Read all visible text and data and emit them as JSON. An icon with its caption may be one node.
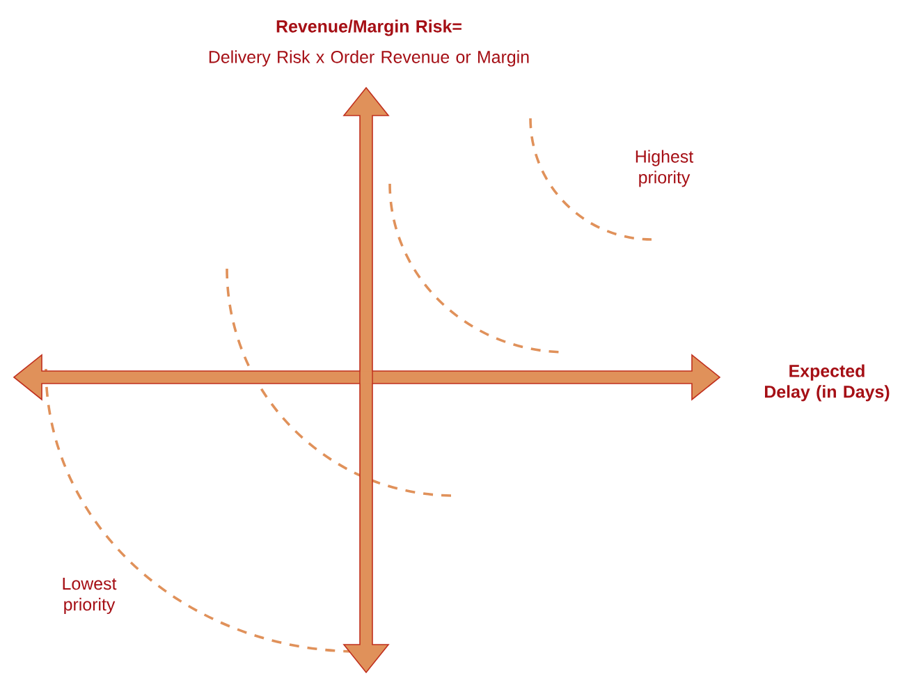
{
  "diagram": {
    "labels": [
      "Revenue/Margin Risk=",
      "Delivery Risk x Order Revenue or Margin",
      "Highest priority",
      "Expected Delay (in Days)",
      "Lowest priority"
    ]
  }
}
